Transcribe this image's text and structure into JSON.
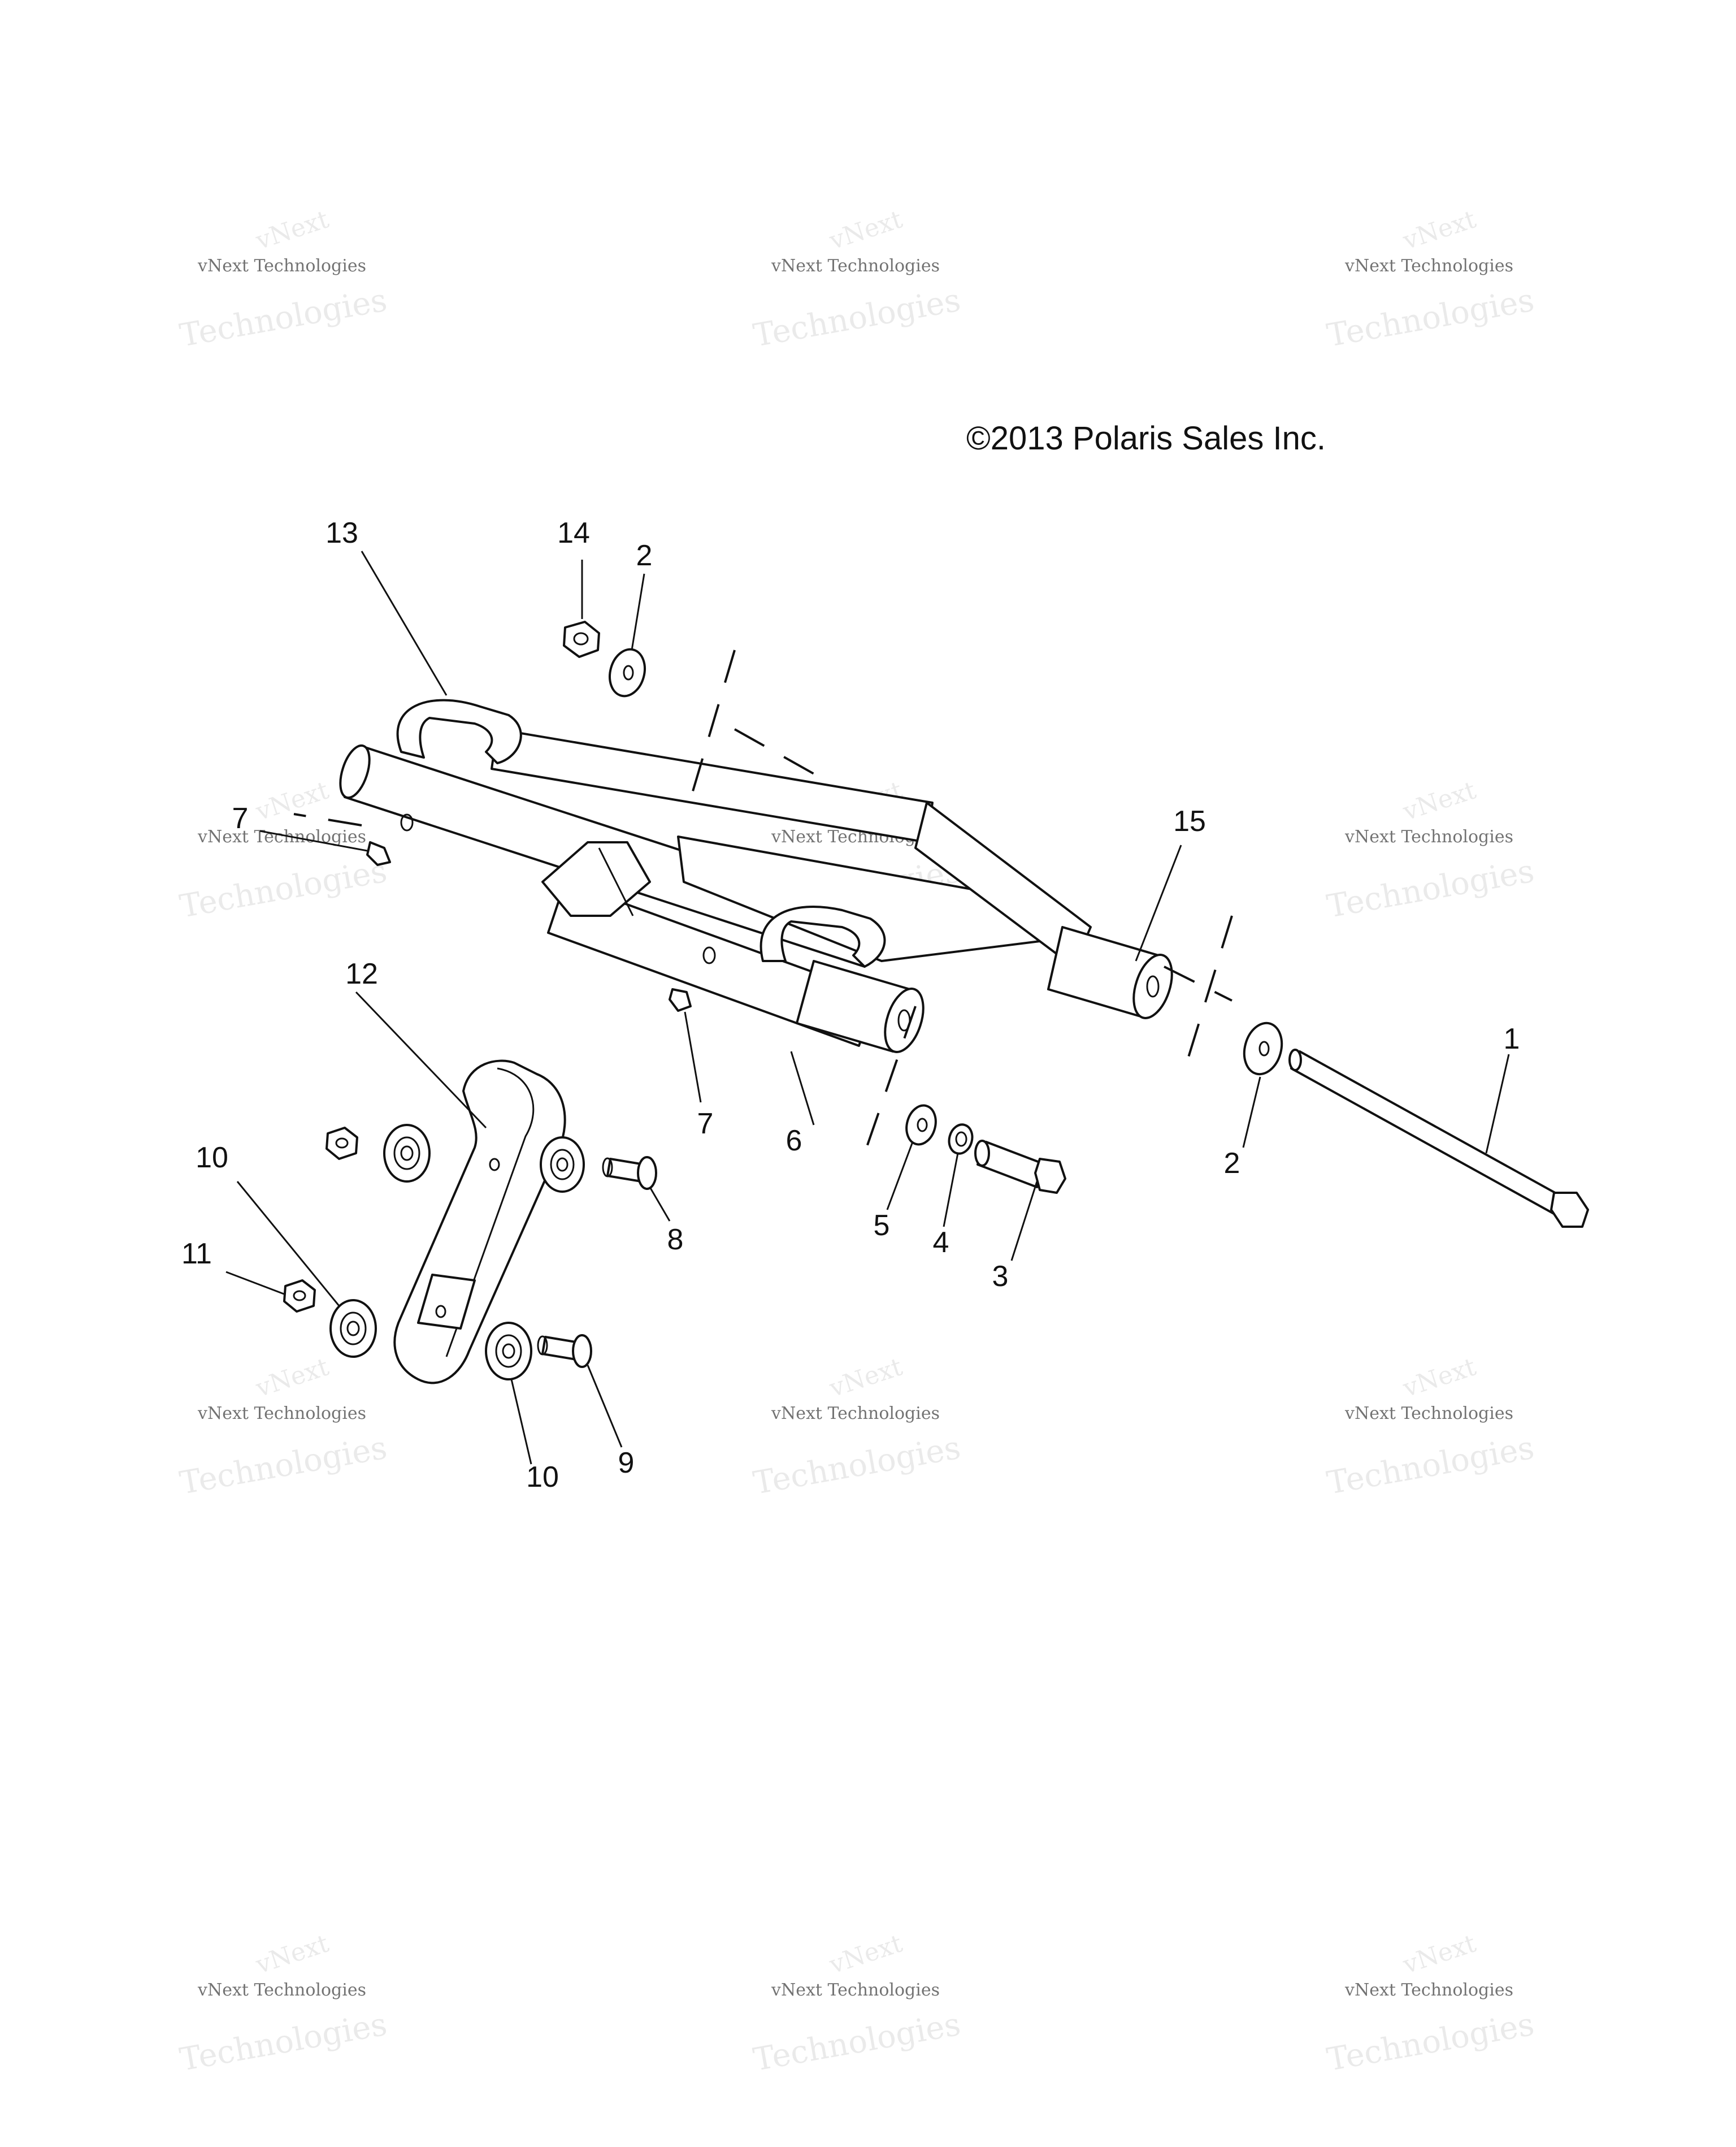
{
  "copyright": "©2013 Polaris Sales Inc.",
  "watermark": {
    "line1": "vNext",
    "line2": "vNext Technologies",
    "line3": "Technologies"
  },
  "callouts": [
    "1",
    "2",
    "2",
    "3",
    "4",
    "5",
    "6",
    "7",
    "7",
    "8",
    "9",
    "10",
    "10",
    "11",
    "12",
    "13",
    "14",
    "15"
  ]
}
